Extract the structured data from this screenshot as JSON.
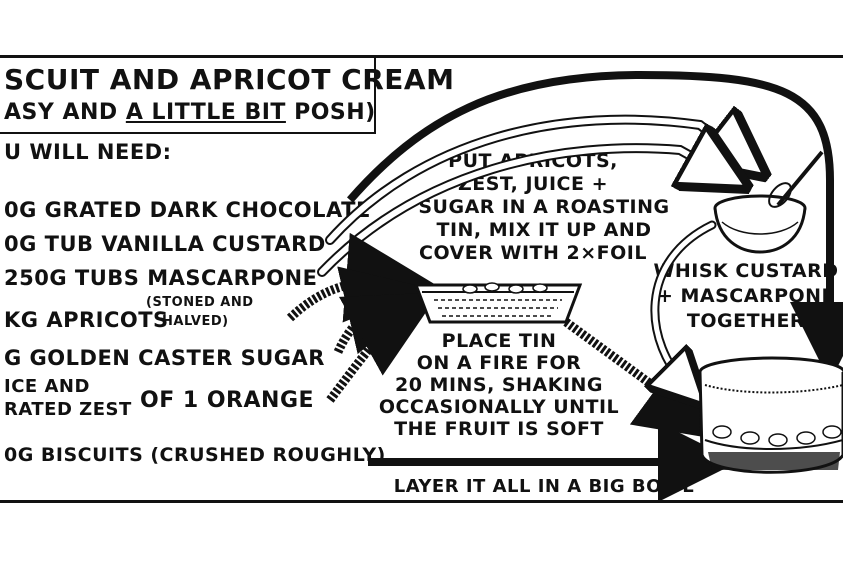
{
  "title": {
    "line1": "SCUIT AND APRICOT CREAM",
    "line2_a": "ASY AND ",
    "line2_b": "A LITTLE BIT",
    "line2_c": " POSH)"
  },
  "need_heading": "U WILL NEED:",
  "ingredients": {
    "chocolate": "0G GRATED DARK CHOCOLATE",
    "custard": "0G TUB VANILLA CUSTARD",
    "mascarpone": "250G TUBS MASCARPONE",
    "apricots": "KG APRICOTS",
    "apricots_note1": "(STONED AND",
    "apricots_note2": "HALVED)",
    "sugar": "G GOLDEN CASTER SUGAR",
    "juice1": "ICE AND",
    "juice2": "RATED ZEST",
    "juice3": "OF 1 ORANGE",
    "biscuits": "0G BISCUITS (CRUSHED ROUGHLY)"
  },
  "steps": {
    "put1": "PUT APRICOTS,",
    "put2": "ZEST, JUICE +",
    "put3": "SUGAR IN A ROASTING",
    "put4": "TIN, MIX IT UP AND",
    "put5": "COVER WITH 2×FOIL",
    "place1": "PLACE TIN",
    "place2": "ON A FIRE FOR",
    "place3": "20 MINS, SHAKING",
    "place4": "OCCASIONALLY UNTIL",
    "place5": "THE FRUIT IS SOFT",
    "whisk1": "WHISK CUSTARD",
    "whisk2": "+ MASCARPONE",
    "whisk3": "TOGETHER",
    "layer": "LAYER IT ALL IN A BIG BOWL"
  },
  "icons": [
    "roasting-tin-icon",
    "mixing-bowl-icon",
    "whisk-icon",
    "trifle-bowl-icon",
    "arrow-icon"
  ],
  "colors": {
    "ink": "#111111",
    "paper": "#ffffff"
  }
}
